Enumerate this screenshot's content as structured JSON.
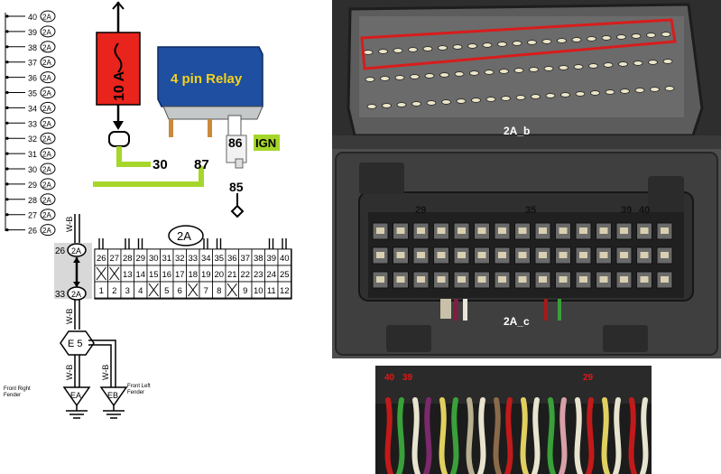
{
  "side_pins": {
    "connector": "2A",
    "numbers": [
      "40",
      "39",
      "38",
      "37",
      "36",
      "35",
      "34",
      "33",
      "32",
      "31",
      "30",
      "29",
      "28",
      "27",
      "26"
    ]
  },
  "fuse": {
    "label": "10 A"
  },
  "relay": {
    "title": "4 pin Relay",
    "pin_30": "30",
    "pin_87": "87",
    "pin_86": "86",
    "pin_85": "85",
    "ign": "IGN"
  },
  "connector_grid": {
    "label": "2A",
    "row1": [
      "26",
      "27",
      "28",
      "29",
      "30",
      "31",
      "32",
      "33",
      "34",
      "35",
      "36",
      "37",
      "38",
      "39",
      "40"
    ],
    "row2": [
      "",
      "",
      "13",
      "14",
      "15",
      "16",
      "17",
      "18",
      "19",
      "20",
      "21",
      "22",
      "23",
      "24",
      "25"
    ],
    "row3": [
      "1",
      "2",
      "3",
      "4",
      "",
      "5",
      "6",
      "",
      "7",
      "8",
      "",
      "9",
      "10",
      "11",
      "12"
    ]
  },
  "ground_diagram": {
    "pin_top": "26",
    "pin_bottom": "33",
    "connector": "2A",
    "wire_color": "W-B",
    "splice": "E 5",
    "ground_left_code": "EA",
    "ground_right_code": "EB",
    "ground_left_label_line1": "Front Right",
    "ground_left_label_line2": "Fender",
    "ground_right_label_line1": "Front Left",
    "ground_right_label_line2": "Fender"
  },
  "photo_top": {
    "label": "2A_b"
  },
  "photo_middle": {
    "label": "2A_c",
    "pin_29": "29",
    "pin_35": "35",
    "pin_39": "39",
    "pin_40": "40"
  },
  "photo_bottom": {
    "pin_40": "40",
    "pin_39": "39",
    "pin_29": "29"
  }
}
